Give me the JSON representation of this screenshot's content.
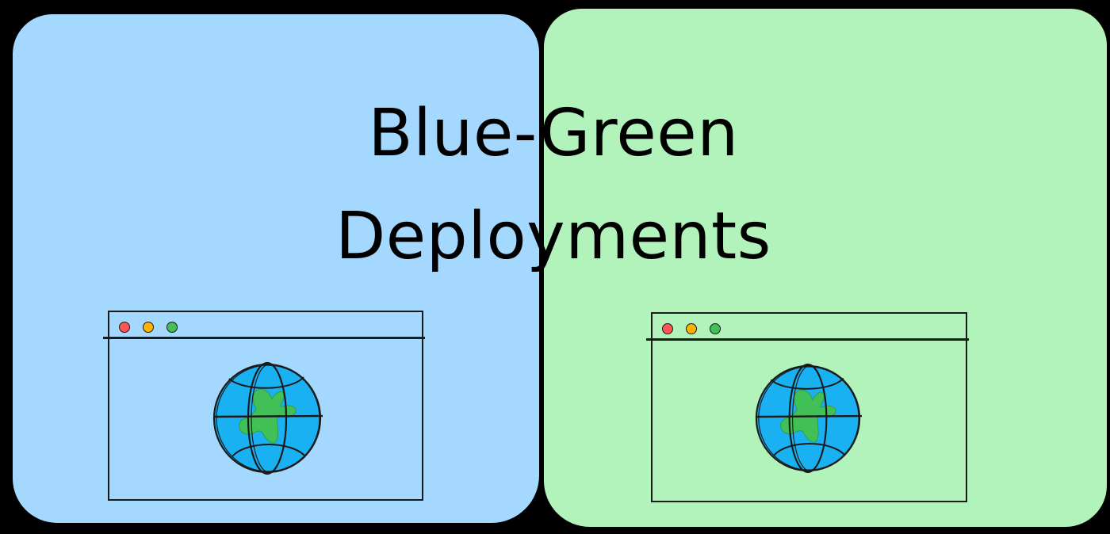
{
  "title": {
    "line1": "Blue-Green",
    "line2": "Deployments"
  },
  "colors": {
    "background": "#000000",
    "blue_panel": "#a5d8ff",
    "green_panel": "#b2f2bb",
    "stroke": "#1a1a1a",
    "globe_ocean": "#1ab1f2",
    "globe_land": "#40c057",
    "dot_red": "#ff5555",
    "dot_yellow": "#ffb300",
    "dot_green": "#40c057"
  },
  "panels": [
    {
      "name": "blue-environment",
      "color": "#a5d8ff",
      "browser": {
        "window_dots": [
          "red",
          "yellow",
          "green"
        ],
        "content_icon": "globe-icon"
      }
    },
    {
      "name": "green-environment",
      "color": "#b2f2bb",
      "browser": {
        "window_dots": [
          "red",
          "yellow",
          "green"
        ],
        "content_icon": "globe-icon"
      }
    }
  ]
}
